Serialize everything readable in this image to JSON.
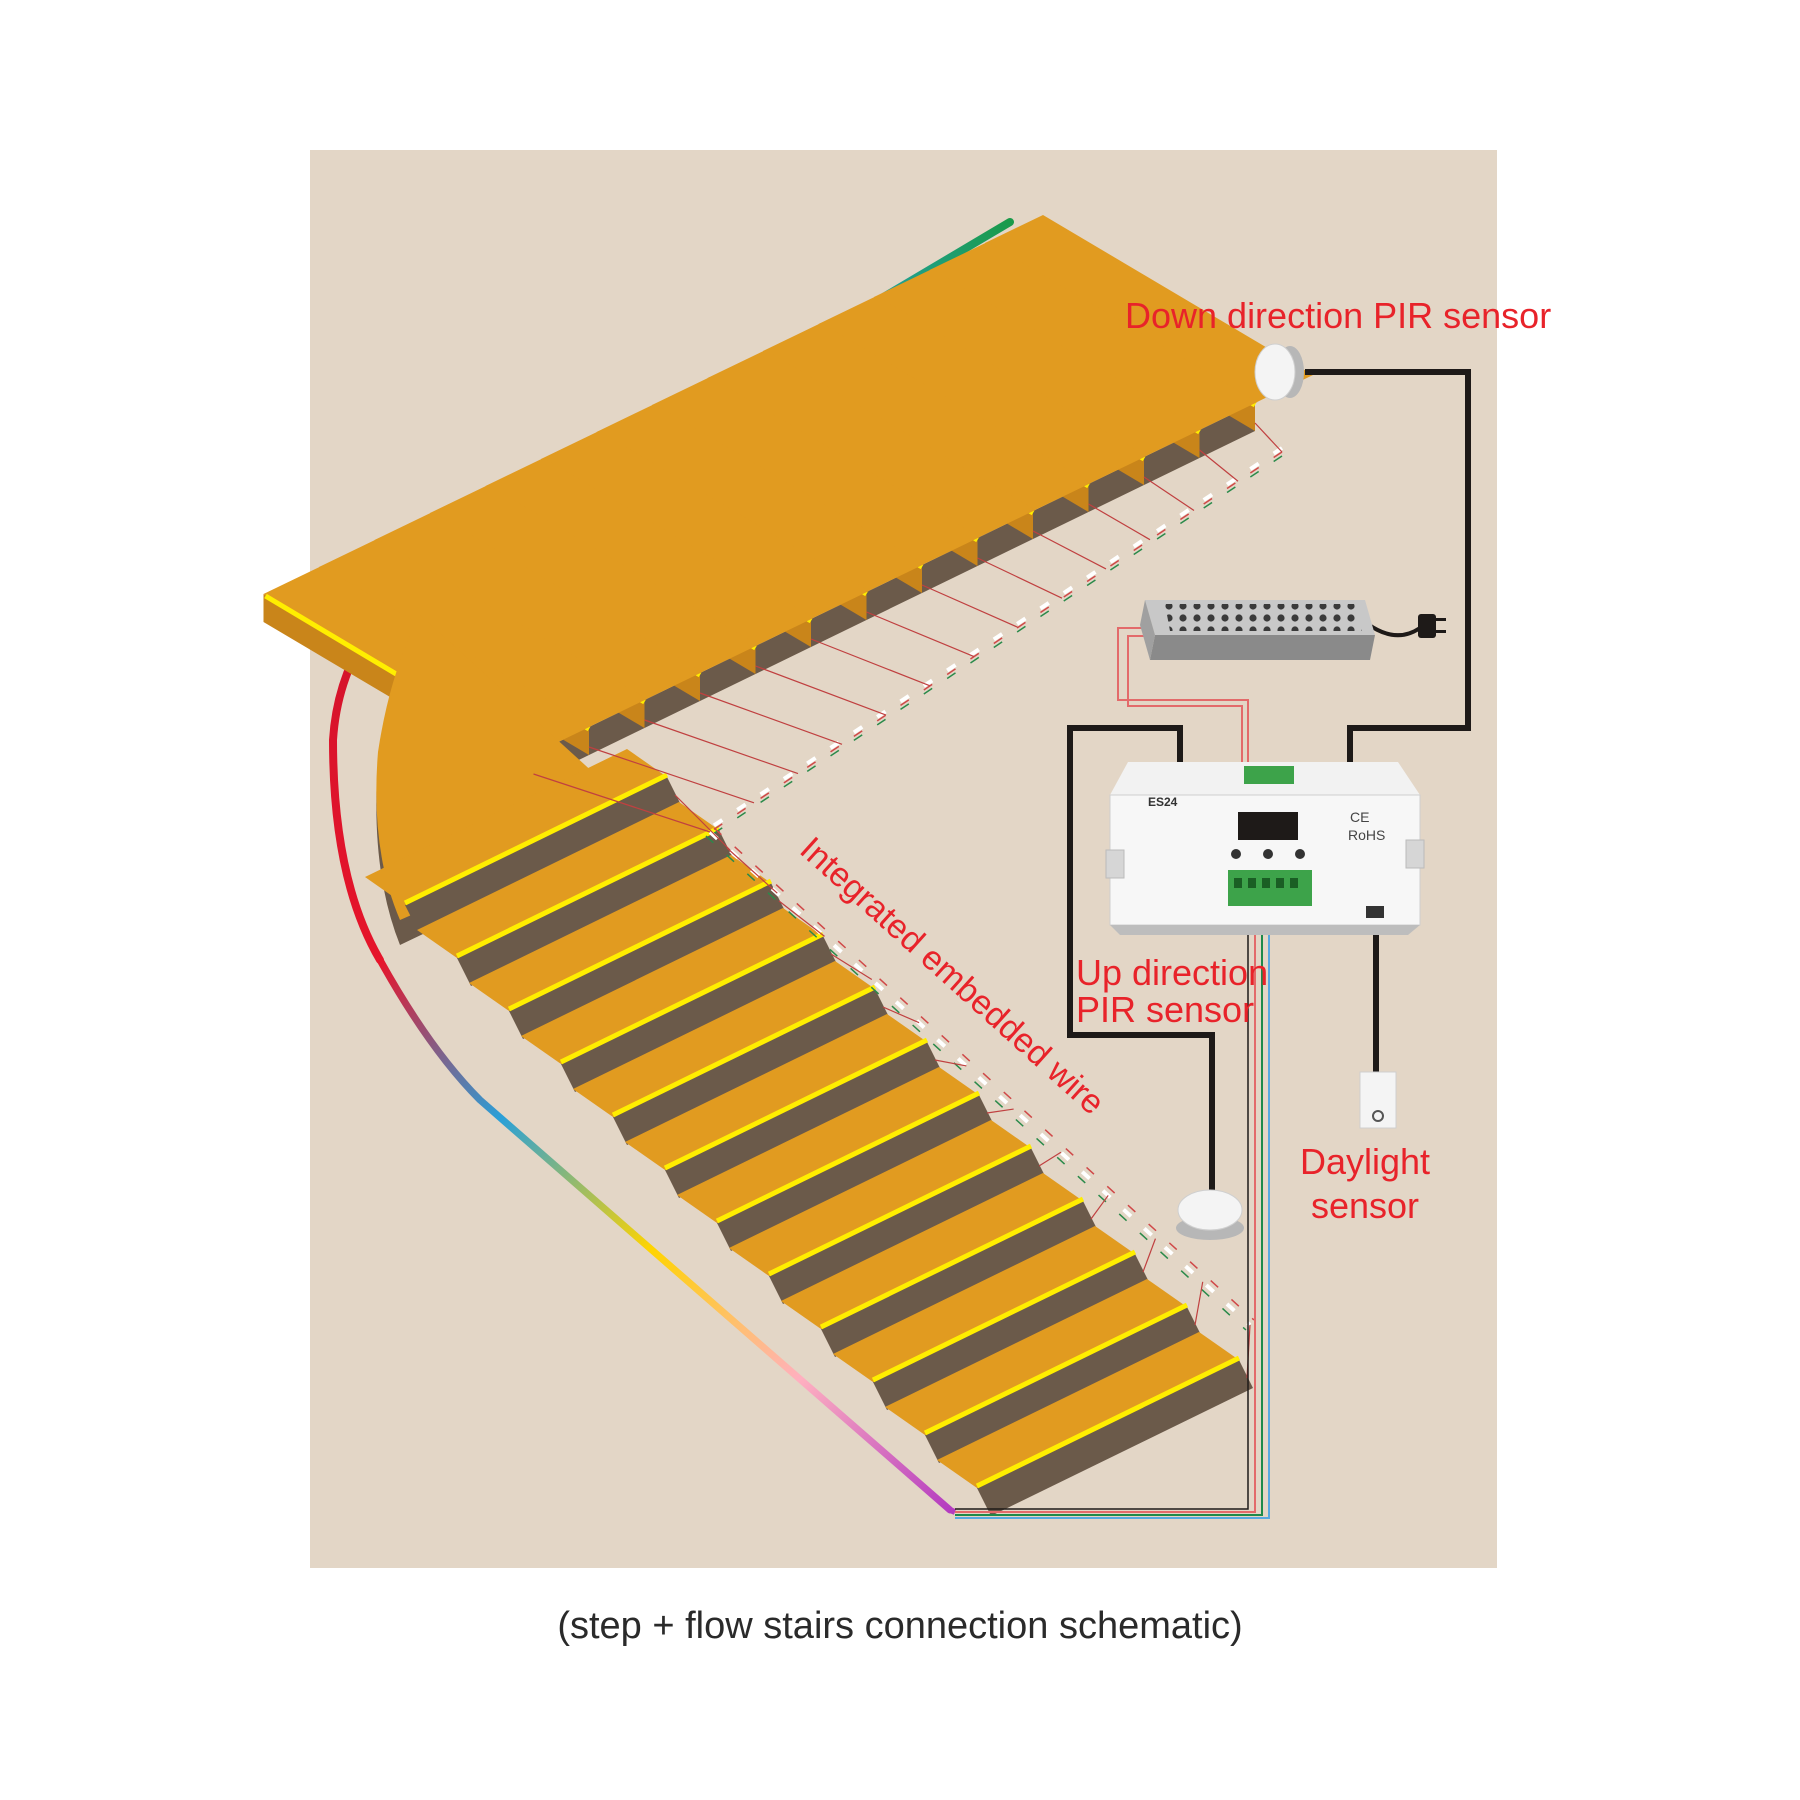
{
  "labels": {
    "down_sensor": "Down direction PIR sensor",
    "up_sensor_line1": "Up direction",
    "up_sensor_line2": "PIR sensor",
    "daylight_line1": "Daylight",
    "daylight_line2": "sensor",
    "embedded_wire": "Integrated embedded wire"
  },
  "caption": "(step +  flow stairs connection schematic)",
  "controller": {
    "model": "ES24",
    "ce_mark": "CE",
    "rohs_mark": "RoHS"
  },
  "colors": {
    "background": "#e3d6c6",
    "tread": "#e19b20",
    "riser_shadow": "#6b5a4a",
    "led_strip": "#ffee00",
    "label_red": "#e8232a",
    "cable_black": "#1e1a18"
  },
  "icons": {
    "down_sensor": "pir-sensor-icon",
    "up_sensor": "pir-sensor-icon",
    "daylight_sensor": "daylight-sensor-icon",
    "power_supply": "power-supply-icon",
    "plug": "power-plug-icon",
    "controller": "stair-controller-icon"
  }
}
